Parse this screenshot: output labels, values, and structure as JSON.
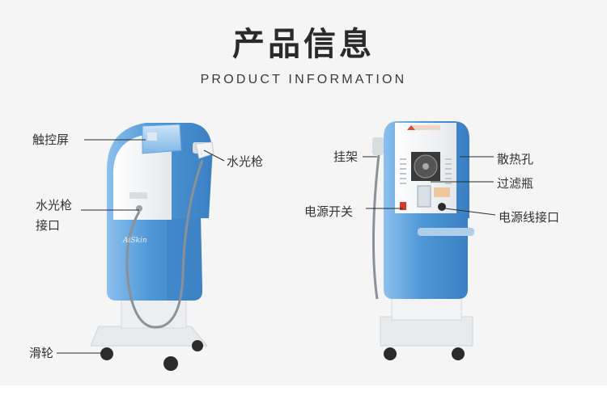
{
  "title": {
    "cn": "产品信息",
    "en": "PRODUCT INFORMATION"
  },
  "front_labels": {
    "touchscreen": "触控屏",
    "handpiece": "水光枪",
    "handpiece_port_line1": "水光枪",
    "handpiece_port_line2": "接口",
    "wheels": "滑轮"
  },
  "back_labels": {
    "hanger": "挂架",
    "vent": "散热孔",
    "filter_bottle": "过滤瓶",
    "power_switch": "电源开关",
    "power_port": "电源线接口"
  },
  "colors": {
    "accent_blue": "#4f97d6",
    "light_blue": "#9cc9ee",
    "background": "#f5f5f5"
  }
}
